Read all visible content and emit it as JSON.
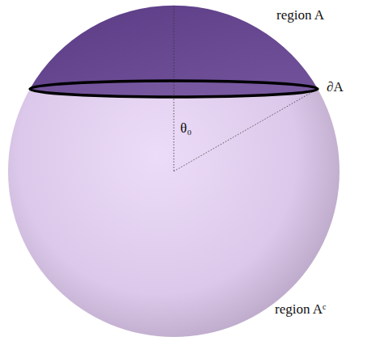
{
  "diagram": {
    "labels": [
      "region A",
      "∂A",
      "θ₀",
      "region Aᶜ"
    ]
  }
}
